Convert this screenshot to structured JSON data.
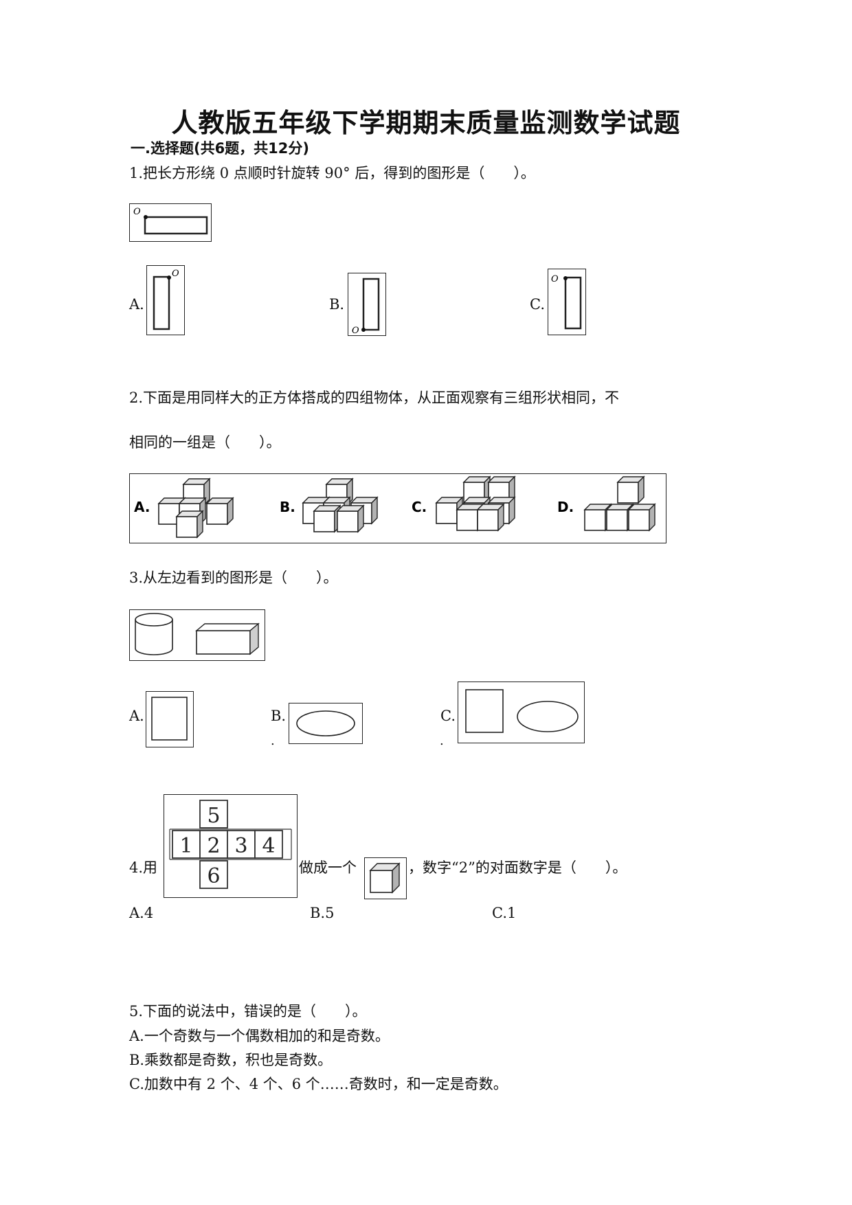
{
  "title": "人教版五年级下学期期末质量监测数学试题",
  "section": "一.选择题(共6题，共12分)",
  "q1": {
    "stem": "1.把长方形绕 0 点顺时针旋转 90° 后，得到的图形是（　　）。",
    "point_label": "O",
    "options": [
      "A.",
      "B.",
      "C."
    ]
  },
  "q2": {
    "stem_line1": "2.下面是用同样大的正方体搭成的四组物体，从正面观察有三组形状相同，不",
    "stem_line2": "相同的一组是（　　）。",
    "options": [
      "A.",
      "B.",
      "C.",
      "D."
    ]
  },
  "q3": {
    "stem": "3.从左边看到的图形是（　　）。",
    "options": [
      "A.",
      "B.",
      "C."
    ]
  },
  "q4": {
    "stem_prefix": "4.用",
    "stem_middle": "做成一个",
    "stem_suffix": "，数字“2”的对面数字是（　　）。",
    "net_numbers": [
      "5",
      "1",
      "2",
      "3",
      "4",
      "6"
    ],
    "options": [
      "A.4",
      "B.5",
      "C.1"
    ]
  },
  "q5": {
    "stem": "5.下面的说法中，错误的是（　　）。",
    "options": [
      "A.一个奇数与一个偶数相加的和是奇数。",
      "B.乘数都是奇数，积也是奇数。",
      "C.加数中有 2 个、4 个、6 个……奇数时，和一定是奇数。"
    ]
  }
}
